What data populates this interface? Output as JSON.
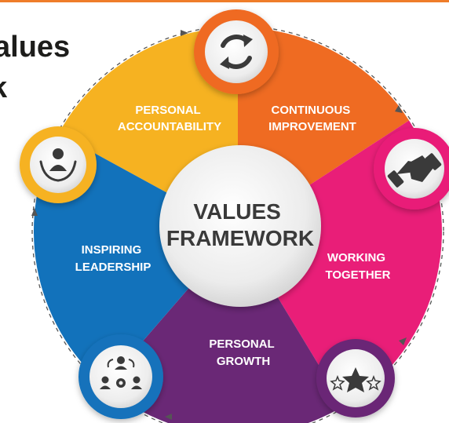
{
  "heading": {
    "line1": "alues",
    "line2": "k"
  },
  "center": {
    "line1": "VALUES",
    "line2": "FRAMEWORK"
  },
  "segments": [
    {
      "line1": "PERSONAL",
      "line2": "ACCOUNTABILITY",
      "color": "#f6b221",
      "icon": "caring-person-hands-icon",
      "ring": "#f6b221"
    },
    {
      "line1": "CONTINUOUS",
      "line2": "IMPROVEMENT",
      "color": "#ef6b22",
      "icon": "cycle-arrows-icon",
      "ring": "#ef6b22"
    },
    {
      "line1": "WORKING",
      "line2": "TOGETHER",
      "color": "#e91e78",
      "icon": "handshake-icon",
      "ring": "#e91e78"
    },
    {
      "line1": "PERSONAL",
      "line2": "GROWTH",
      "color": "#6a2876",
      "icon": "stars-icon",
      "ring": "#6a2876"
    },
    {
      "line1": "INSPIRING",
      "line2": "LEADERSHIP",
      "color": "#1272bb",
      "icon": "team-gear-icon",
      "ring": "#1272bb"
    }
  ]
}
